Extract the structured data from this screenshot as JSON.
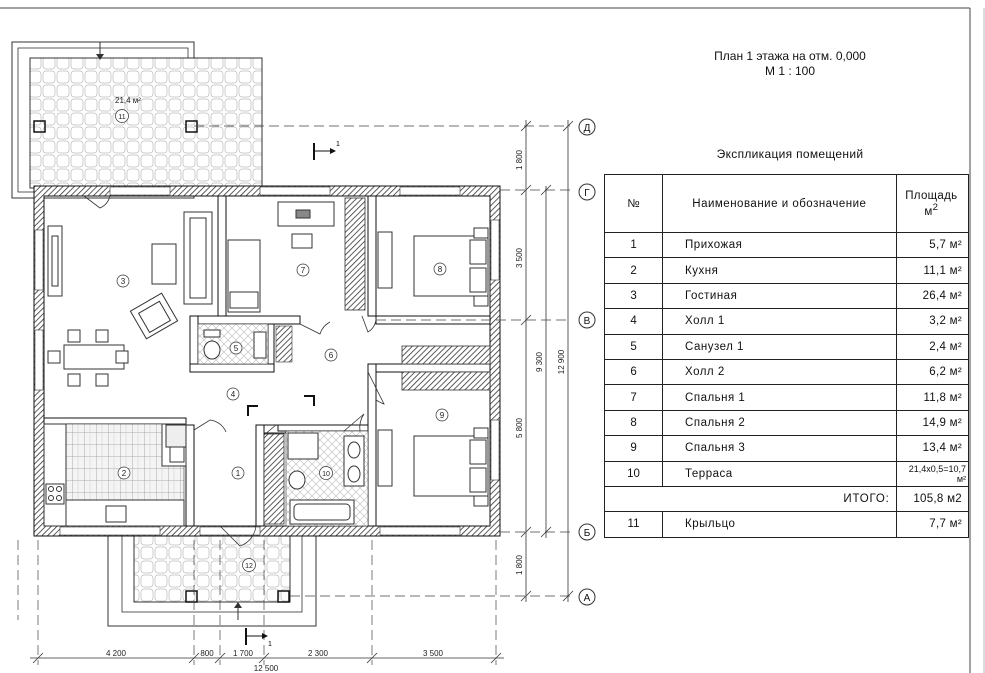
{
  "header": {
    "plan_title": "План 1 этажа на отм. 0,000",
    "scale": "М 1 : 100"
  },
  "explication": {
    "title": "Экспликация помещений",
    "col_no": "№",
    "col_name": "Наименование и обозначение",
    "col_area": "Площадь",
    "col_area_unit": "м",
    "col_area_sup": "2",
    "rows": [
      {
        "no": "1",
        "name": "Прихожая",
        "area": "5,7 м²"
      },
      {
        "no": "2",
        "name": "Кухня",
        "area": "11,1 м²"
      },
      {
        "no": "3",
        "name": "Гостиная",
        "area": "26,4 м²"
      },
      {
        "no": "4",
        "name": "Холл 1",
        "area": "3,2 м²"
      },
      {
        "no": "5",
        "name": "Санузел 1",
        "area": "2,4 м²"
      },
      {
        "no": "6",
        "name": "Холл 2",
        "area": "6,2 м²"
      },
      {
        "no": "7",
        "name": "Спальня 1",
        "area": "11,8 м²"
      },
      {
        "no": "8",
        "name": "Спальня 2",
        "area": "14,9 м²"
      },
      {
        "no": "9",
        "name": "Спальня 3",
        "area": "13,4 м²"
      },
      {
        "no": "10",
        "name": "Терраса",
        "area": "21,4х0,5=10,7 м²"
      }
    ],
    "total_label": "ИТОГО:",
    "total_value": "105,8 м2",
    "extra_row": {
      "no": "11",
      "name": "Крыльцо",
      "area": "7,7 м²"
    }
  },
  "plan": {
    "terrace_area": "21,4 м²",
    "room_markers": [
      "1",
      "2",
      "3",
      "4",
      "5",
      "6",
      "7",
      "8",
      "9",
      "10",
      "11",
      "12"
    ],
    "axes": [
      "Д",
      "Г",
      "В",
      "Б",
      "А"
    ],
    "section_mark": "1",
    "dims_vertical": [
      "1 800",
      "3 500",
      "5 800",
      "1 800",
      "9 300",
      "12 900"
    ],
    "dims_horizontal": [
      "4 200",
      "800",
      "1 700",
      "2 300",
      "3 500",
      "12 500"
    ]
  }
}
